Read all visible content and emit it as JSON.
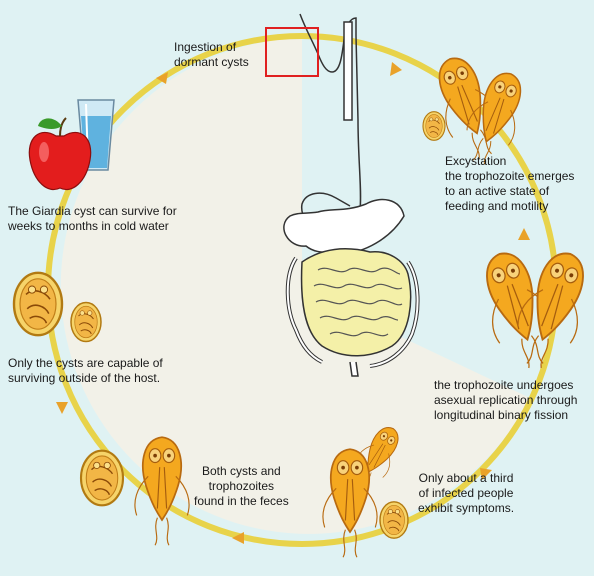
{
  "colors": {
    "background": "#dff2f3",
    "inner_fill": "#f2f1e8",
    "cycle_ring": "#e8d34a",
    "cycle_arrow": "#e9a22a",
    "organism_fill": "#f4a81f",
    "organism_outline": "#b86a10",
    "cyst_fill": "#f6d46a",
    "intestine_fill": "#f4f0a8",
    "highlight_box": "#e02020"
  },
  "icons": [
    "apple-icon",
    "water-glass-icon",
    "digestive-system-icon",
    "giardia-cyst-icon",
    "giardia-trophozoite-icon"
  ],
  "labels": {
    "ingestion": {
      "line1": "Ingestion of",
      "line2": "dormant cysts"
    },
    "excystation": {
      "title": "Excystation",
      "line1": "the trophozoite emerges",
      "line2": "to an active state of",
      "line3": "feeding and motility"
    },
    "replication": {
      "line1": "the trophozoite undergoes",
      "line2": "asexual replication through",
      "line3": "longitudinal binary fission"
    },
    "symptoms": {
      "line1": "Only about a third",
      "line2": "of infected people",
      "line3": "exhibit symptoms."
    },
    "feces": {
      "line1": "Both cysts and",
      "line2": "trophozoites",
      "line3": "found in the feces"
    },
    "outside_host": {
      "line1": "Only the cysts are capable of",
      "line2": "surviving outside of the host."
    },
    "cold_water": {
      "line1": "The Giardia cyst can survive for",
      "line2": "weeks to months in cold water"
    }
  }
}
